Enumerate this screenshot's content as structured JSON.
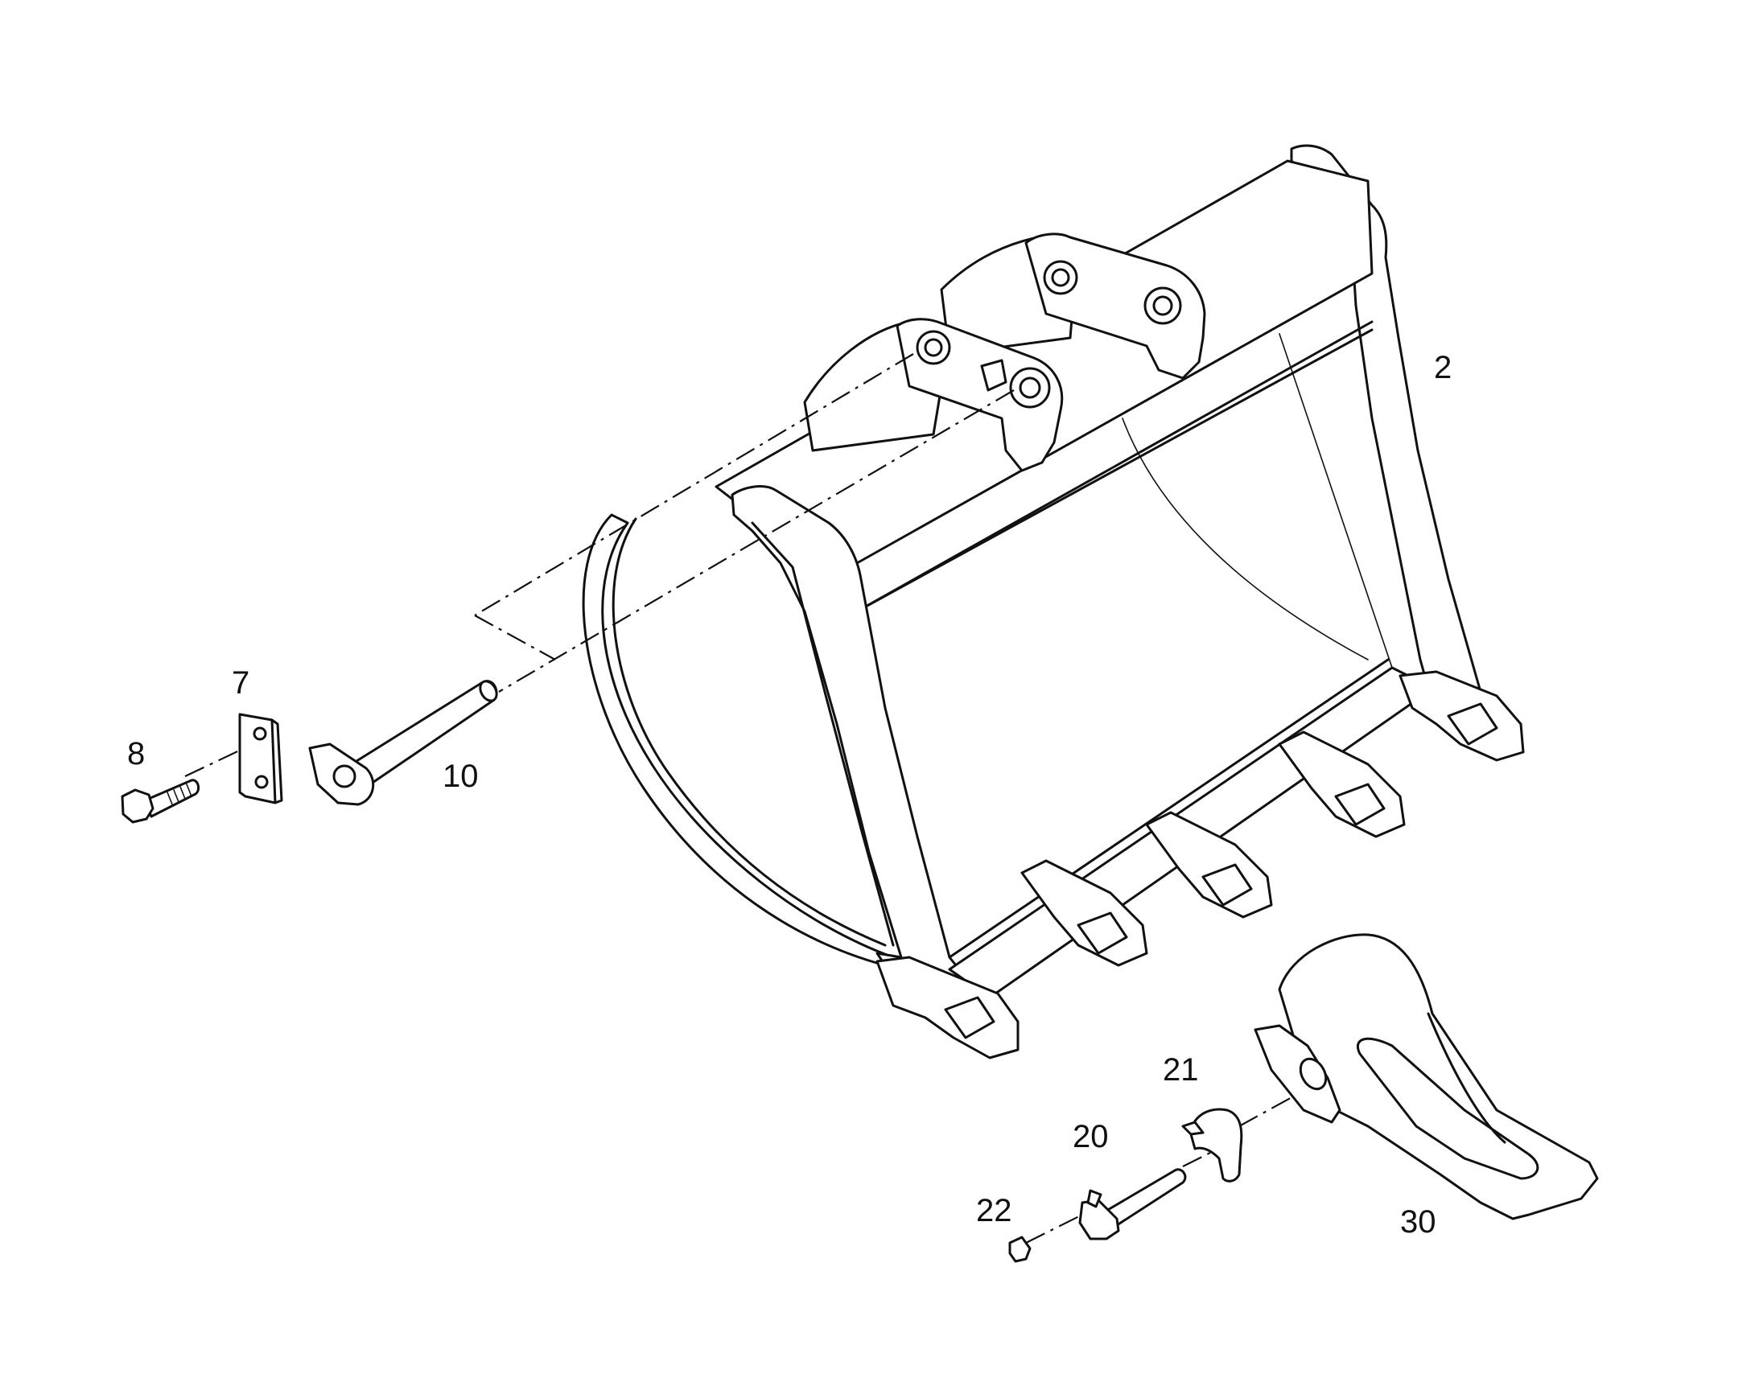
{
  "diagram": {
    "colors": {
      "line": "#111111",
      "background": "#ffffff"
    },
    "callouts": {
      "bucket": "2",
      "plate": "7",
      "bolt": "8",
      "pin": "10",
      "tooth_pin": "20",
      "retainer": "21",
      "lock_plug": "22",
      "tooth": "30"
    }
  }
}
